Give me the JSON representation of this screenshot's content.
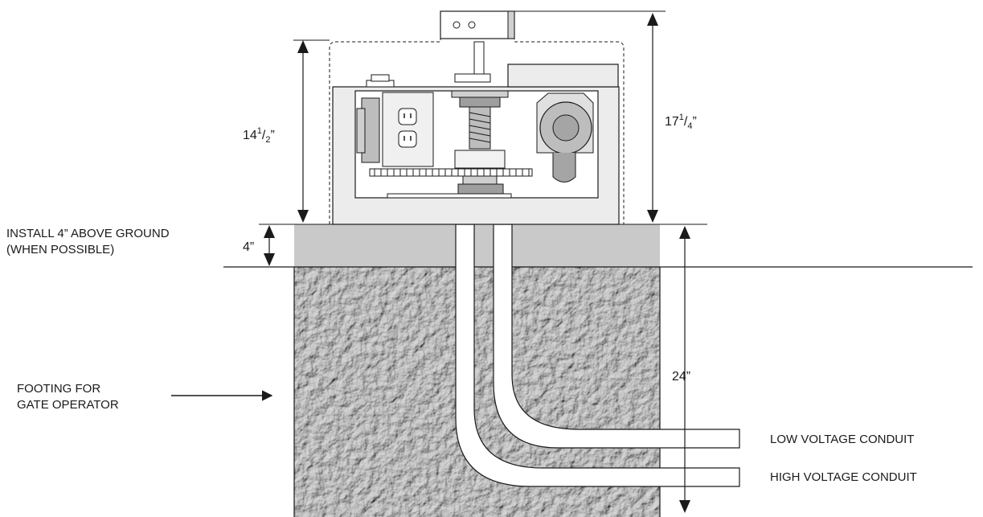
{
  "labels": {
    "install_line1": "INSTALL 4” ABOVE GROUND",
    "install_line2": "(WHEN POSSIBLE)",
    "footing_line1": "FOOTING FOR",
    "footing_line2": "GATE OPERATOR",
    "low_voltage": "LOW VOLTAGE CONDUIT",
    "high_voltage": "HIGH VOLTAGE CONDUIT"
  },
  "dimensions": {
    "operator_height_whole": "14",
    "operator_height_frac_num": "1",
    "operator_height_frac_den": "2",
    "operator_height_unit": "”",
    "overall_height_whole": "17",
    "overall_height_frac_num": "1",
    "overall_height_frac_den": "4",
    "overall_height_unit": "”",
    "above_ground": "4”",
    "footing_depth": "24”"
  },
  "colors": {
    "pad": "#c9c9c9",
    "concrete": "#a9a9a9",
    "housing": "#ececec",
    "line": "#1a1a1a"
  }
}
